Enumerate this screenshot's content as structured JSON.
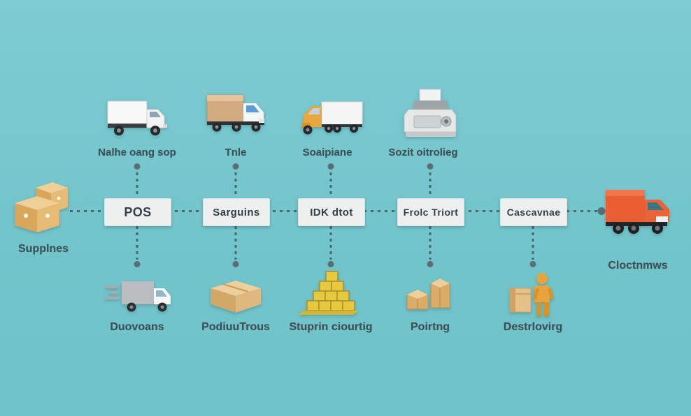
{
  "diagram": {
    "title_hint": "supply-chain-flow",
    "background_color": "#73c5cc",
    "line_color": "#5b6e72",
    "box_background": "#eef0f0",
    "accent_orange": "#e95f33",
    "accent_yellow": "#e9a83e",
    "accent_gold": "#e7c93e",
    "accent_tan": "#d8a75c",
    "left_node": {
      "label": "Supplnes",
      "icon": "supply-boxes-icon"
    },
    "right_node": {
      "label": "Cloctnmws",
      "icon": "delivery-truck-orange-icon"
    },
    "columns": [
      {
        "box_label": "POS",
        "top_label": "Nalhe oang sop",
        "top_icon": "box-truck-white-icon",
        "bottom_label": "Duovoans",
        "bottom_icon": "fast-shipping-truck-icon"
      },
      {
        "box_label": "Sarguins",
        "top_label": "Tnle",
        "top_icon": "cargo-truck-tan-icon",
        "bottom_label": "PodiuuTrous",
        "bottom_icon": "cardboard-box-icon"
      },
      {
        "box_label": "IDK dtot",
        "top_label": "Soaipiane",
        "top_icon": "semi-truck-yellow-icon",
        "bottom_label": "Stuprin ciourtig",
        "bottom_icon": "stacked-gold-boxes-icon"
      },
      {
        "box_label": "Frolc Triort",
        "top_label": "Sozit oitrolieg",
        "top_icon": "receipt-machine-icon",
        "bottom_label": "Poirtng",
        "bottom_icon": "package-group-icon"
      },
      {
        "box_label": "Cascavnae",
        "bottom_label": "Destrlovirg",
        "bottom_icon": "person-with-package-icon"
      }
    ]
  }
}
